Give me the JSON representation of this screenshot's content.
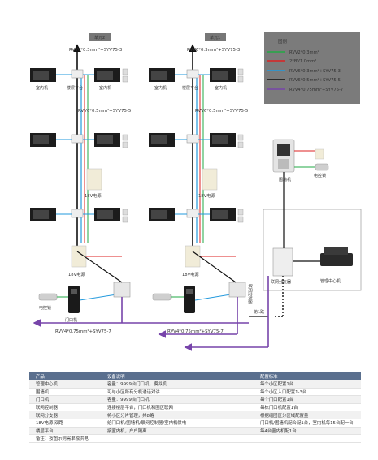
{
  "legend": {
    "title": "图例",
    "items": [
      {
        "label": "RVV2*0.3mm²",
        "color": "#22aa44"
      },
      {
        "label": "2*BV1.0mm²",
        "color": "#dd2222"
      },
      {
        "label": "RVV6*0.3mm²+SYV75-3",
        "color": "#2299dd"
      },
      {
        "label": "RVV6*0.5mm²+SYV75-5",
        "color": "#111111"
      },
      {
        "label": "RVV4*0.75mm²+SYV75-7",
        "color": "#7744aa"
      }
    ]
  },
  "diagram": {
    "building_tags": [
      "单元2",
      "单元1"
    ],
    "cable_top": "RVV6*0.3mm²+SYV75-3",
    "cable_mid": "RVV6*0.5mm²+SYV75-5",
    "cable_bottom": "RVV4*0.75mm²+SYV75-7",
    "indoor_unit": "室内机",
    "floor_platform_left": "楼层平台",
    "floor_platform_right": "楼层平台",
    "power_supply": "18V电源",
    "lock": "电控锁",
    "door_station": "门口机",
    "network_controller": "联网控制器",
    "fence_station": "围墙机",
    "network_distributor": "联网分支器",
    "management_center": "管理中心机",
    "distance_note": "第1路"
  },
  "table": {
    "headers": [
      "产品",
      "设备说明",
      "配置标准"
    ],
    "rows": [
      [
        "管理中心机",
        "容量：9999台门口机，模拟机",
        "每个小区配置1台"
      ],
      [
        "围墙机",
        "可与小区所有分机通话对讲",
        "每个小区入口配置1-3台"
      ],
      [
        "门口机",
        "容量：9999台门口机",
        "每个门口配置1台"
      ],
      [
        "联网控制器",
        "连接楼层平台，门口机和围区联网",
        "每栋门口机配置1台"
      ],
      [
        "联网分支器",
        "将小区分片管理，共8路",
        "根据组团区分区域配置量"
      ],
      [
        "18V电源·双路",
        "给门口机/围墙机/联网控制器/室内机供电",
        "门口机/围墙机配合配1台，室内机每15台配一台"
      ],
      [
        "楼层平台",
        "接室内机，户户隔离",
        "每4台室内机配1台"
      ],
      [
        "备注：按图示则需单独供电",
        "",
        ""
      ]
    ]
  }
}
